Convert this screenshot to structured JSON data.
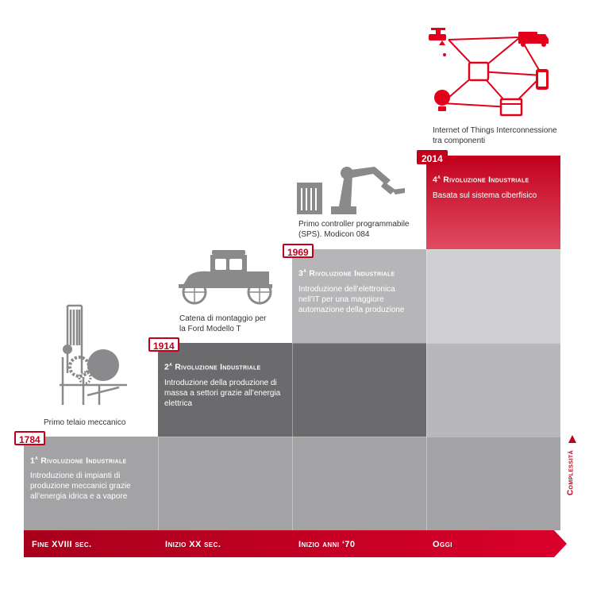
{
  "colors": {
    "accent": "#c2001b",
    "dark_step": "#6b6b6d",
    "light_step": "#a3a3a5"
  },
  "revolutions": [
    {
      "year": "1784",
      "ordinal": "1",
      "title": "Rivoluzione Industriale",
      "description": "Introduzione di impianti di produzione meccanici grazie all’energia idrica e a vapore",
      "caption": "Primo telaio meccanico",
      "icon": "loom-icon"
    },
    {
      "year": "1914",
      "ordinal": "2",
      "title": "Rivoluzione Industriale",
      "description": "Introduzione della produzione di massa a settori grazie all’energia elettrica",
      "caption": "Catena di montaggio per la Ford Modello T",
      "icon": "ford-car-icon"
    },
    {
      "year": "1969",
      "ordinal": "3",
      "title": "Rivoluzione Industriale",
      "description": "Introduzione dell’elettronica nell’IT per una maggiore automazione della produzione",
      "caption": "Primo controller programmabile (SPS). Modicon 084",
      "icon": "robot-arm-icon"
    },
    {
      "year": "2014",
      "ordinal": "4",
      "title": "Rivoluzione Industriale",
      "description": "Basata sul sistema ciberfisico",
      "caption": "Internet of Things Interconnessione tra componenti",
      "icon": "iot-network-icon"
    }
  ],
  "ordinal_suffix": "a",
  "timeline": [
    "Fine XVIII sec.",
    "Inizio XX sec.",
    "Inizio anni ‘70",
    "Oggi"
  ],
  "axis_label": "Complessità"
}
